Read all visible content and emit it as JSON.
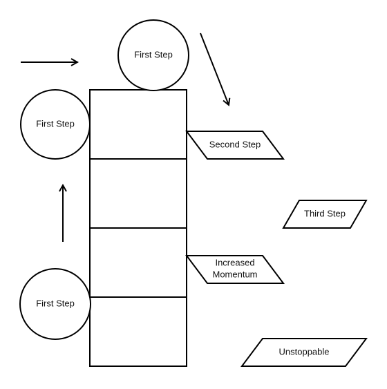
{
  "nodes": {
    "circle_top": "First Step",
    "circle_left_upper": "First Step",
    "circle_left_lower": "First Step",
    "para_second": "Second Step",
    "para_third": "Third Step",
    "para_momentum_line1": "Increased",
    "para_momentum_line2": "Momentum",
    "para_unstoppable": "Unstoppable"
  },
  "colors": {
    "stroke": "#000000",
    "background": "#ffffff"
  }
}
